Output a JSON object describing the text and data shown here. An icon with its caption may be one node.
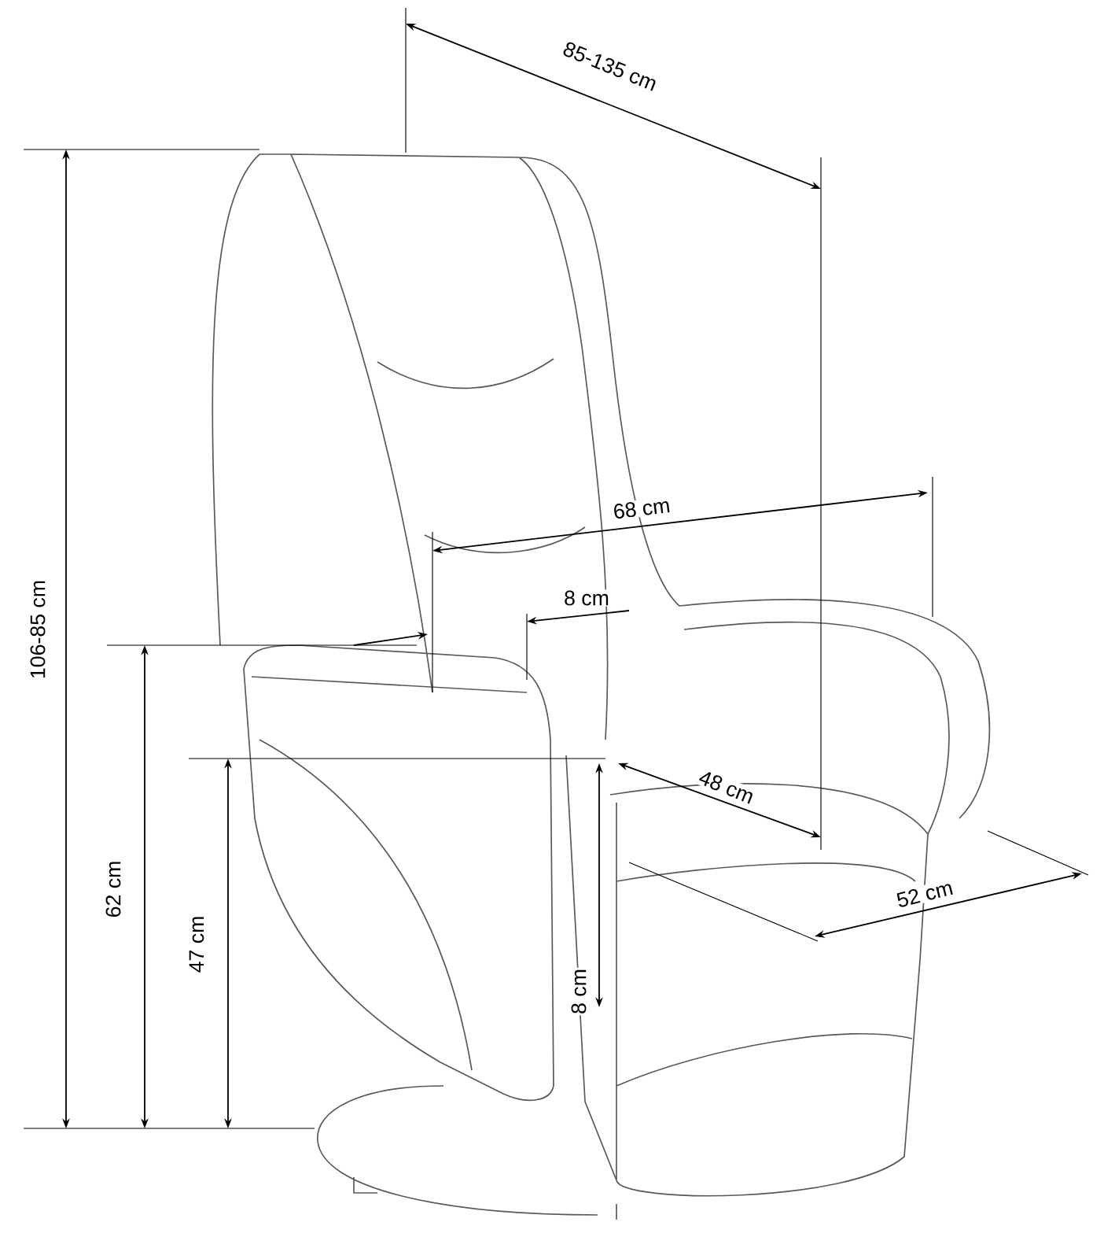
{
  "diagram": {
    "labels": [
      "85-135 cm",
      "106-85 cm",
      "68 cm",
      "8 cm",
      "48 cm",
      "62 cm",
      "52 cm",
      "47 cm",
      "8 cm"
    ]
  }
}
